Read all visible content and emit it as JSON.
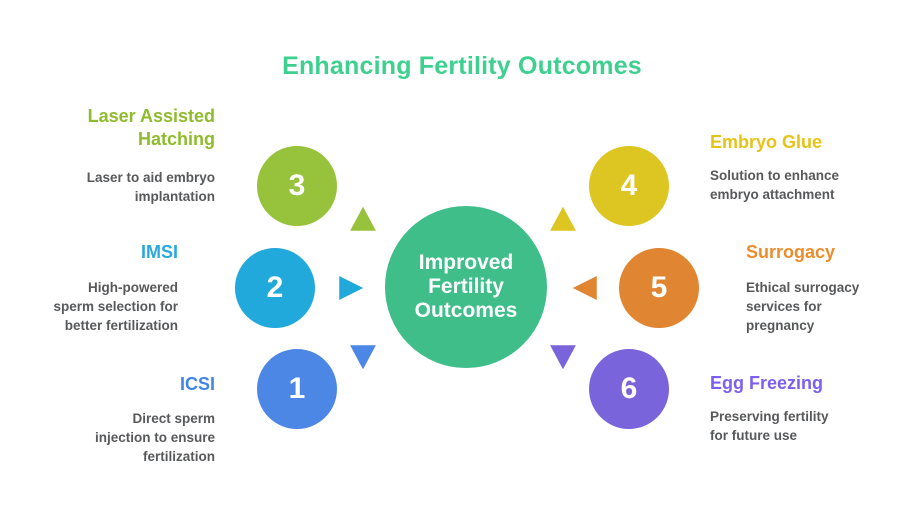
{
  "title": "Enhancing Fertility Outcomes",
  "colors": {
    "title": "#3ED08F",
    "hub": "#3FBE8A",
    "green": "#97C23C",
    "cyan": "#22A9DB",
    "blue": "#4D87E6",
    "yellow": "#DDC522",
    "orange": "#E08532",
    "purple": "#7A64DC",
    "label_green": "#8FBC2D",
    "label_cyan": "#29A8DF",
    "label_blue": "#4285E8",
    "label_yellow": "#E5C417",
    "label_orange": "#ED8C2B",
    "label_purple": "#7D5FF0",
    "body_text": "#58595B"
  },
  "hub": {
    "line1": "Improved",
    "line2": "Fertility",
    "line3": "Outcomes"
  },
  "items": [
    {
      "number": "1",
      "label": "ICSI",
      "desc_lines": [
        "Direct sperm",
        "injection to ensure",
        "fertilization"
      ]
    },
    {
      "number": "2",
      "label": "IMSI",
      "desc_lines": [
        "High-powered",
        "sperm selection for",
        "better fertilization"
      ]
    },
    {
      "number": "3",
      "label_lines": [
        "Laser Assisted",
        "Hatching"
      ],
      "desc_lines": [
        "Laser to aid embryo",
        "implantation"
      ]
    },
    {
      "number": "4",
      "label": "Embryo Glue",
      "desc_lines": [
        "Solution to enhance",
        "embryo attachment"
      ]
    },
    {
      "number": "5",
      "label": "Surrogacy",
      "desc_lines": [
        "Ethical surrogacy",
        "services for",
        "pregnancy"
      ]
    },
    {
      "number": "6",
      "label": "Egg Freezing",
      "desc_lines": [
        "Preserving fertility",
        "for future use"
      ]
    }
  ]
}
